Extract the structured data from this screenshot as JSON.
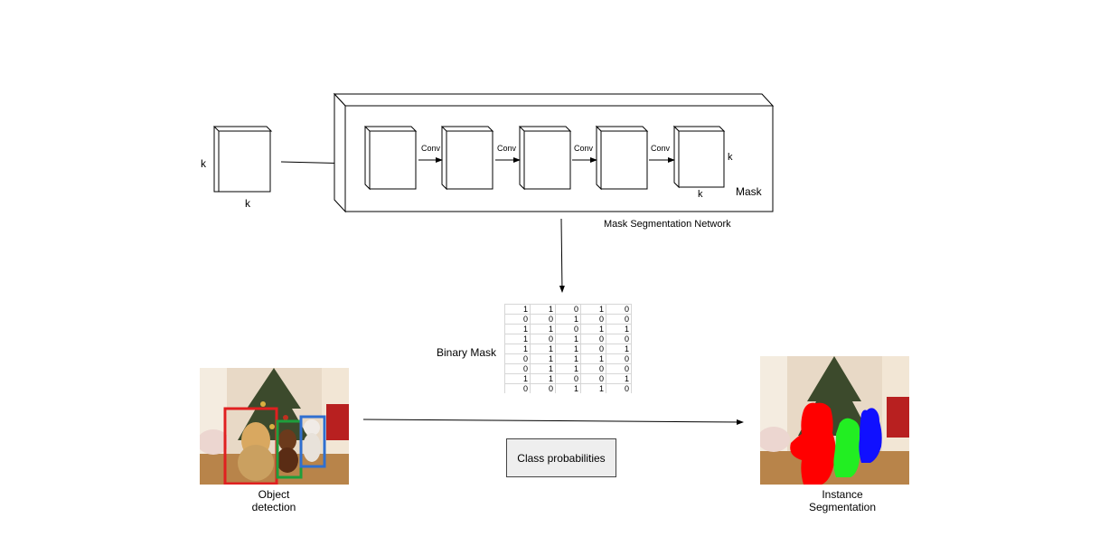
{
  "input_feature": {
    "k_left": "k",
    "k_bottom": "k"
  },
  "network": {
    "conv_labels": [
      "Conv",
      "Conv",
      "Conv",
      "Conv"
    ],
    "last_k_right": "k",
    "last_k_bottom": "k",
    "mask_label": "Mask",
    "title": "Mask Segmentation Network"
  },
  "binary_mask": {
    "label": "Binary Mask",
    "rows": [
      [
        "1",
        "1",
        "0",
        "1",
        "0"
      ],
      [
        "0",
        "0",
        "1",
        "0",
        "0"
      ],
      [
        "1",
        "1",
        "0",
        "1",
        "1"
      ],
      [
        "1",
        "0",
        "1",
        "0",
        "0"
      ],
      [
        "1",
        "1",
        "1",
        "0",
        "1"
      ],
      [
        "0",
        "1",
        "1",
        "1",
        "0"
      ],
      [
        "0",
        "1",
        "1",
        "0",
        "0"
      ],
      [
        "1",
        "1",
        "0",
        "0",
        "1"
      ],
      [
        "0",
        "0",
        "1",
        "1",
        "0"
      ]
    ]
  },
  "object_detection": {
    "label_line1": "Object",
    "label_line2": "detection"
  },
  "class_probabilities": {
    "label": "Class probabilities"
  },
  "instance_segmentation": {
    "label_line1": "Instance",
    "label_line2": "Segmentation"
  },
  "colors": {
    "box_red": "#e02020",
    "box_green": "#1e9e3c",
    "box_blue": "#2f6fd0",
    "seg_red": "#ff0000",
    "seg_green": "#22ee22",
    "seg_blue": "#1010ff"
  }
}
